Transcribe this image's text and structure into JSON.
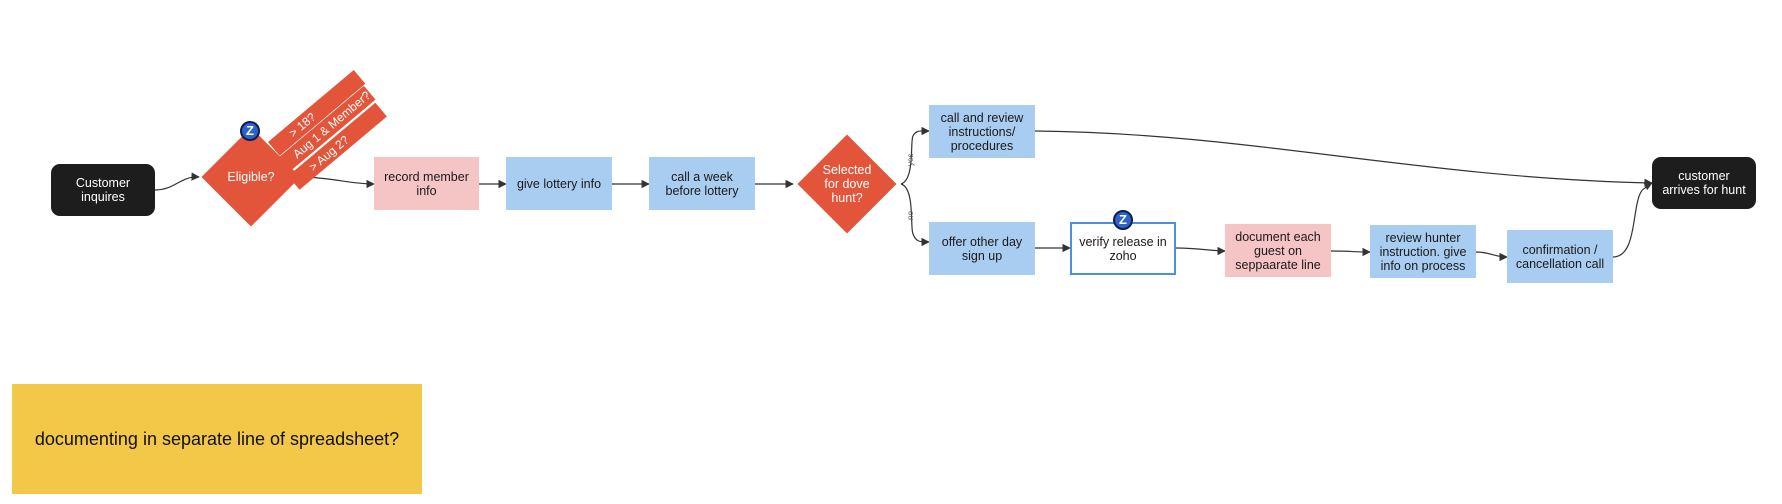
{
  "nodes": {
    "customer_inquires": "Customer inquires",
    "eligible": "Eligible?",
    "record_member_info": "record member info",
    "give_lottery_info": "give lottery info",
    "call_week_before": "call a week before lottery",
    "selected_dove_hunt": "Selected for dove hunt?",
    "call_review": "call and review instructions/ procedures",
    "offer_other_day": "offer other day sign up",
    "verify_release": "verify release in zoho",
    "document_each_guest": "document each guest on seppaarate line",
    "review_hunter": "review hunter instruction. give info on process",
    "confirmation_call": "confirmation / cancellation call",
    "customer_arrives": "customer arrives for hunt"
  },
  "eligibility_tags": [
    "> 18?",
    "Aug 1 & Member?",
    "> Aug 2?"
  ],
  "edge_labels": {
    "yes": "yes",
    "no": "no"
  },
  "badges": {
    "zoho": "Z"
  },
  "sticky_note": "documenting in separate line of spreadsheet?",
  "colors": {
    "terminal": "#1d1d1d",
    "decision": "#e2553a",
    "process_blue": "#a9cdf0",
    "process_pink": "#f5c4c5",
    "outline_blue": "#4a90e2",
    "sticky": "#f3c747"
  }
}
